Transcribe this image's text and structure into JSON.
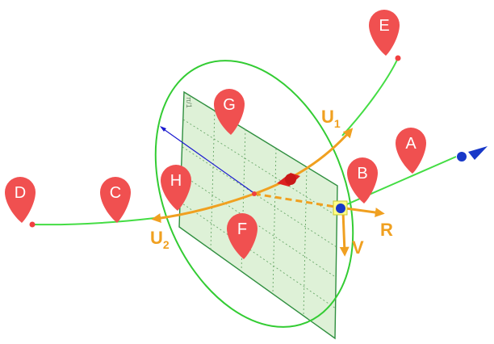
{
  "points": [
    {
      "id": "pin-a",
      "label": "A"
    },
    {
      "id": "pin-b",
      "label": "B"
    },
    {
      "id": "pin-c",
      "label": "C"
    },
    {
      "id": "pin-d",
      "label": "D"
    },
    {
      "id": "pin-e",
      "label": "E"
    },
    {
      "id": "pin-f",
      "label": "F"
    },
    {
      "id": "pin-g",
      "label": "G"
    },
    {
      "id": "pin-h",
      "label": "H"
    }
  ],
  "vectors": {
    "u1": {
      "main": "U",
      "sub": "1"
    },
    "u2": {
      "main": "U",
      "sub": "2"
    },
    "r": {
      "main": "R"
    },
    "v": {
      "main": "V"
    }
  },
  "plane_caption": "π/1",
  "colors": {
    "curve": "#44dd44",
    "ellipse": "#33cc33",
    "plane_fill": "#d8efd0",
    "vector": "#f0a020",
    "pin": "#f05050",
    "normal": "#1a1ad0",
    "marker": "#dd2222"
  }
}
